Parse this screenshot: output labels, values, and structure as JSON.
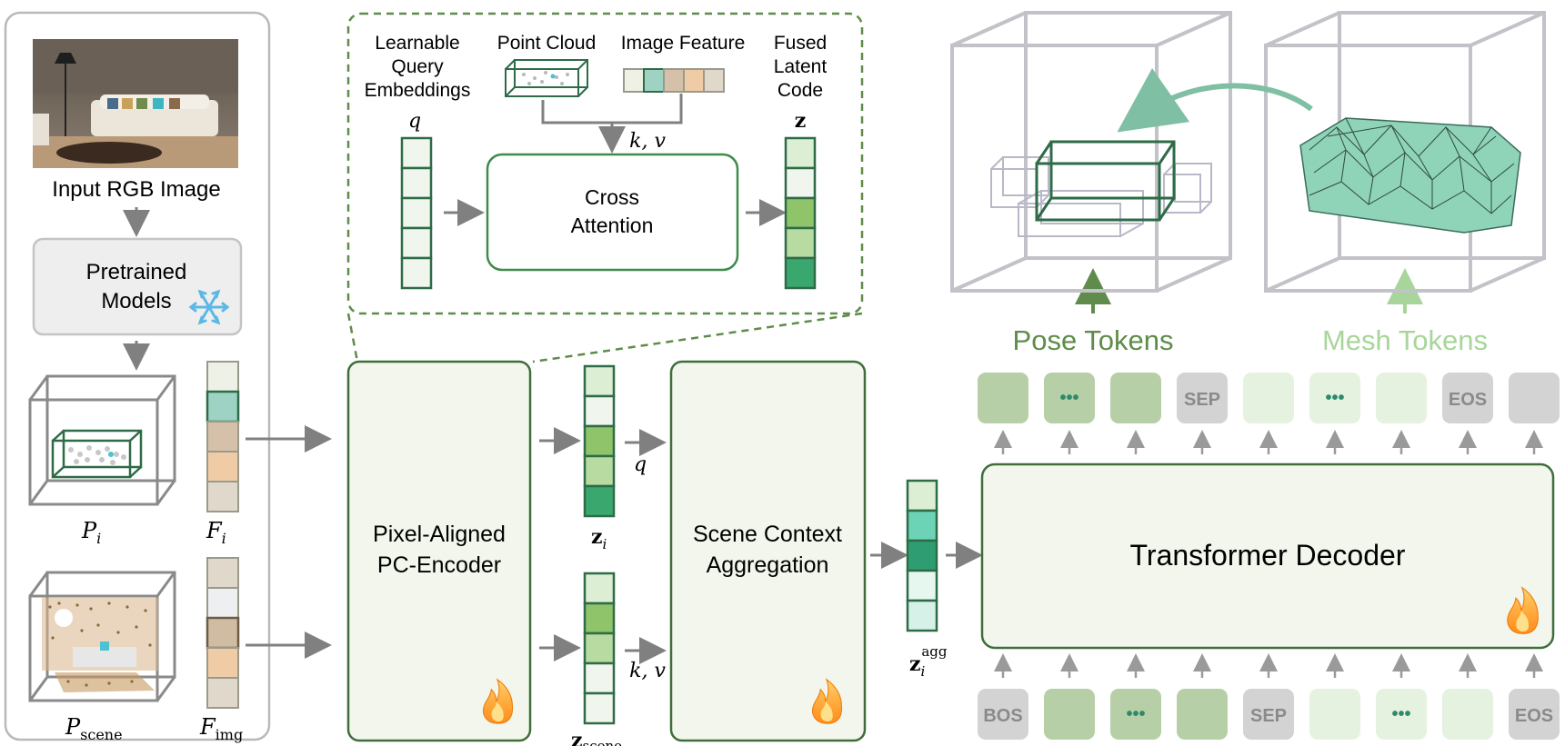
{
  "input": {
    "title": "Input RGB Image",
    "pretrained": "Pretrained Models",
    "pretrained_line1": "Pretrained",
    "pretrained_line2": "Models",
    "pi_label": "P",
    "pi_sub": "i",
    "fi_label": "F",
    "fi_sub": "i",
    "pscene_label": "P",
    "pscene_sub": "scene",
    "fimg_label": "F",
    "fimg_sub": "img"
  },
  "cross_attention": {
    "learnable": [
      "Learnable",
      "Query",
      "Embeddings"
    ],
    "q": "q",
    "point_cloud": "Point Cloud",
    "image_feature": "Image Feature",
    "fused": [
      "Fused",
      "Latent",
      "Code"
    ],
    "z": "z",
    "kv": "k, v",
    "box": [
      "Cross",
      "Attention"
    ]
  },
  "encoder": {
    "box": [
      "Pixel-Aligned",
      "PC-Encoder"
    ],
    "zi": "z",
    "zi_sub": "i",
    "zscene": "z",
    "zscene_sub": "scene",
    "q": "q",
    "kv": "k, v"
  },
  "aggregation": {
    "box": [
      "Scene Context",
      "Aggregation"
    ],
    "zagg": "z",
    "zagg_sub": "i",
    "zagg_sup": "agg"
  },
  "decoder": {
    "title": "Transformer Decoder",
    "pose_tokens": "Pose Tokens",
    "mesh_tokens": "Mesh Tokens",
    "output_tokens": [
      "",
      "•••",
      "",
      "SEP",
      "",
      "•••",
      "",
      "EOS",
      ""
    ],
    "input_tokens": [
      "BOS",
      "",
      "•••",
      "",
      "SEP",
      "",
      "•••",
      "",
      "EOS"
    ]
  },
  "colors": {
    "dark_green": "#2e6b47",
    "box_border": "#3f6e3a",
    "box_fill": "#f2f6ec",
    "pose_green": "#5f8c4a",
    "mesh_green": "#a8d59a",
    "arrow_gray": "#808080",
    "token_pose": "#b7cfa7",
    "token_mesh": "#e6f2e0",
    "token_gray": "#d3d3d3",
    "mesh_fill": "#8fd4b8",
    "teal_dark": "#2e9e72",
    "teal": "#6dd3b6",
    "tan": "#d6c2aa",
    "peach": "#efcca6",
    "light_green": "#8fc46a"
  },
  "icons": [
    "snowflake-icon",
    "flame-icon",
    "room-photo",
    "point-cloud",
    "wireframe-cube",
    "sofa-mesh"
  ]
}
